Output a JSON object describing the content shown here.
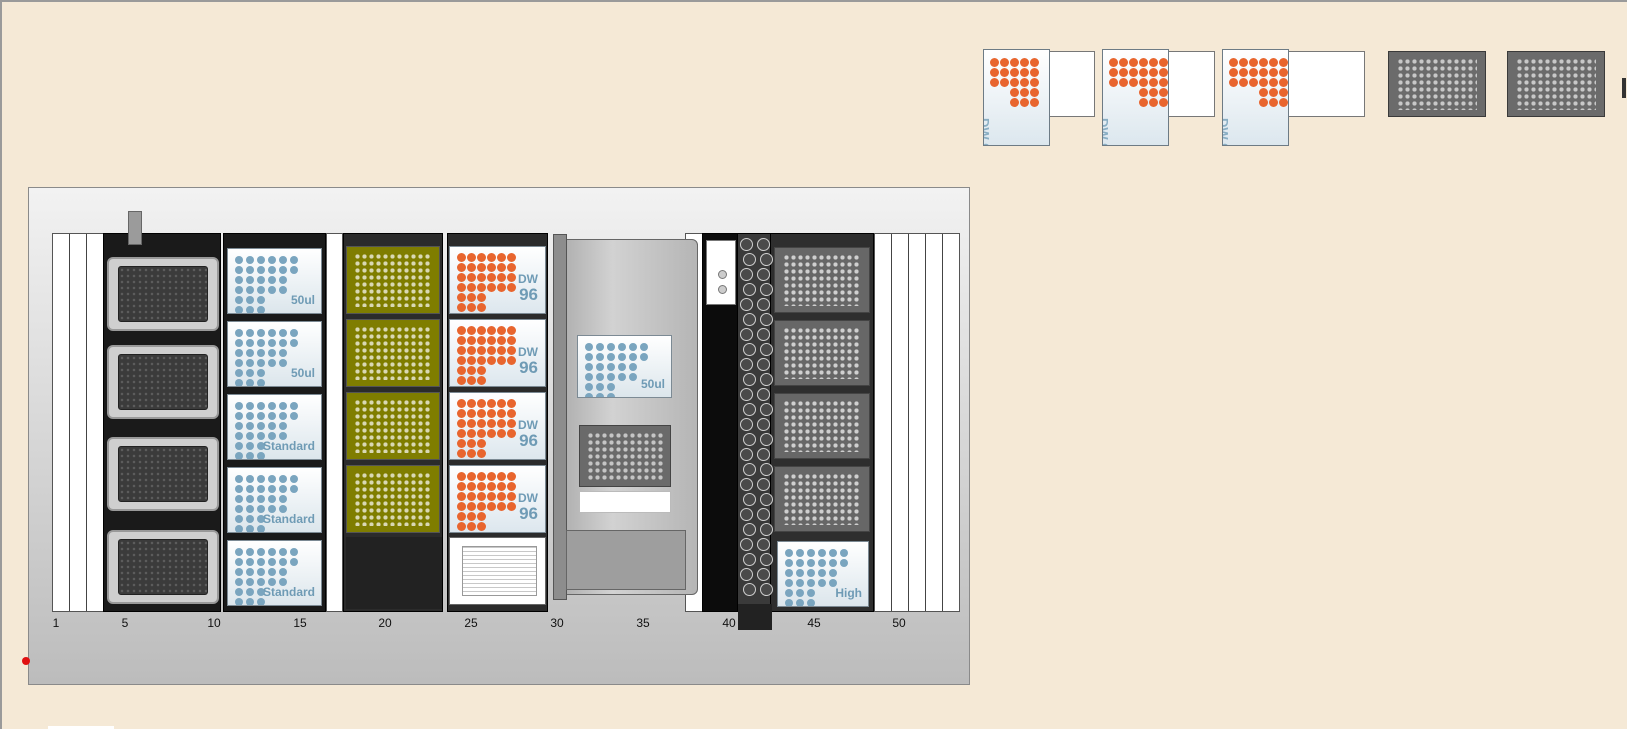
{
  "track_numbers": {
    "t1": "1",
    "t5": "5",
    "t10": "10",
    "t15": "15",
    "t20": "20",
    "t25": "25",
    "t30": "30",
    "t35": "35",
    "t40": "40",
    "t45": "45",
    "t50": "50"
  },
  "tipboxes": {
    "tip1": "50ul",
    "tip2": "50ul",
    "tip3": "Standard",
    "tip4": "Standard",
    "tip5": "Standard",
    "shaker_tip": "50ul",
    "high_tip": "High"
  },
  "dw_plates": {
    "line1": "DW",
    "line2": "96"
  },
  "shelf_labels": {
    "dw1": "DW 96",
    "dw2": "DW 96",
    "dw3": "DW 96"
  },
  "colors": {
    "background": "#f5e9d6",
    "tip_blue": "#7aa5bf",
    "dw_orange": "#e8652e",
    "olive_plate": "#7f7d00",
    "grey_plate": "#676767"
  }
}
